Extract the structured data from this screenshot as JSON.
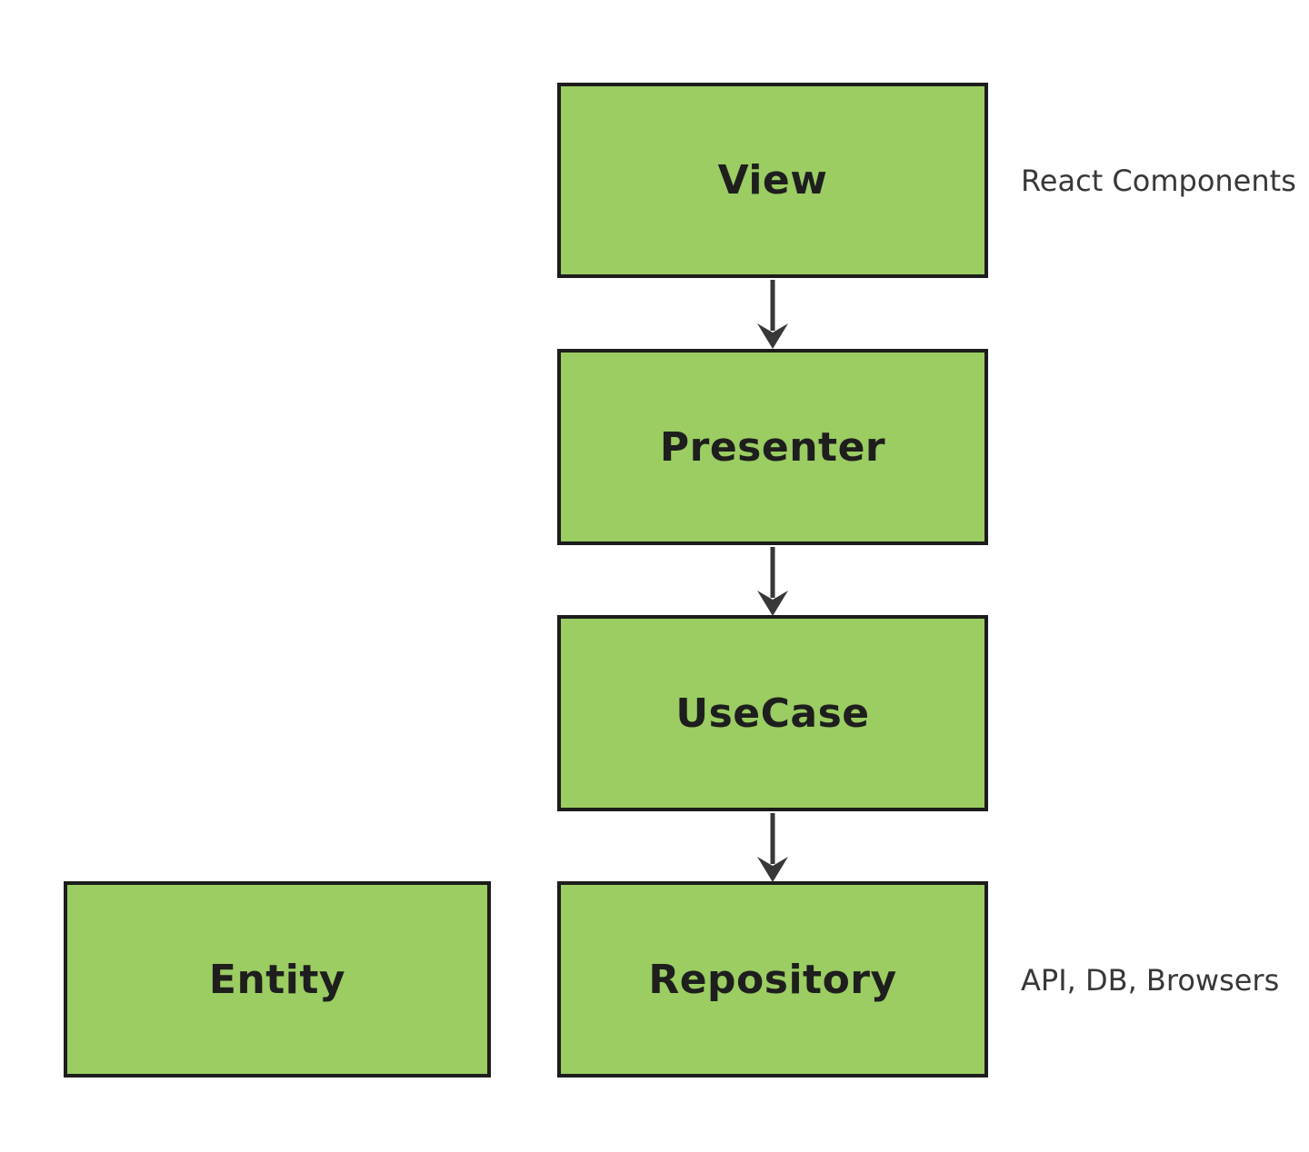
{
  "diagram": {
    "title": "clean-architecture-flow",
    "colors": {
      "node_fill": "#9bcd62",
      "node_border": "#1c1c1c",
      "arrow": "#383838",
      "label_text": "#1e1e1e",
      "annotation_text": "#383838",
      "background": "#ffffff"
    },
    "nodes": {
      "view": {
        "label": "View",
        "annotation": "React Components"
      },
      "presenter": {
        "label": "Presenter"
      },
      "usecase": {
        "label": "UseCase"
      },
      "repository": {
        "label": "Repository",
        "annotation": "API, DB, Browsers"
      },
      "entity": {
        "label": "Entity"
      }
    },
    "edges": [
      {
        "from": "view",
        "to": "presenter",
        "direction": "down"
      },
      {
        "from": "presenter",
        "to": "usecase",
        "direction": "down"
      },
      {
        "from": "usecase",
        "to": "repository",
        "direction": "down"
      }
    ]
  }
}
